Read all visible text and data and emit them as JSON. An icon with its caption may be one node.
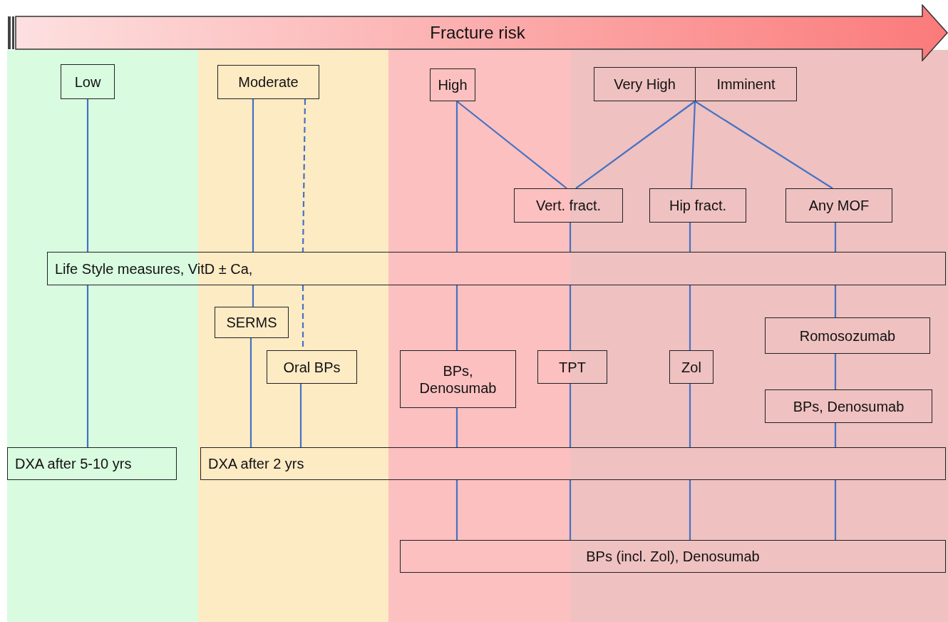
{
  "diagram": {
    "nodes": [
      {
        "text": [
          "Fracture risk"
        ]
      },
      {
        "text": [
          "Low"
        ]
      },
      {
        "text": [
          "Moderate"
        ]
      },
      {
        "text": [
          "High"
        ]
      },
      {
        "text": [
          "Very High",
          "Imminent"
        ]
      },
      {
        "text": [
          "Vert. fract."
        ]
      },
      {
        "text": [
          "Hip fract."
        ]
      },
      {
        "text": [
          "Any MOF"
        ]
      },
      {
        "text": [
          "Life Style measures, VitD ± Ca,"
        ]
      },
      {
        "text": [
          "SERMS"
        ]
      },
      {
        "text": [
          "Oral BPs"
        ]
      },
      {
        "text": [
          "BPs, Denosumab"
        ]
      },
      {
        "text": [
          "TPT"
        ]
      },
      {
        "text": [
          "Zol"
        ]
      },
      {
        "text": [
          "Romosozumab"
        ]
      },
      {
        "text": [
          "BPs, Denosumab"
        ]
      },
      {
        "text": [
          "DXA after 5-10 yrs"
        ]
      },
      {
        "text": [
          "DXA after 2 yrs"
        ]
      },
      {
        "text": [
          "BPs (incl. Zol), Denosumab"
        ]
      }
    ],
    "edges": [
      {
        "from": 1,
        "to": 8,
        "arrow": "none"
      },
      {
        "from": 8,
        "to": 16,
        "arrow": "none"
      },
      {
        "from": 2,
        "to": 8,
        "arrow": "none"
      },
      {
        "from": 2,
        "to": 8,
        "arrow": "none",
        "style": "dashed"
      },
      {
        "from": 8,
        "to": 9,
        "arrow": "none"
      },
      {
        "from": 8,
        "to": 10,
        "arrow": "none",
        "style": "dashed"
      },
      {
        "from": 9,
        "to": 17,
        "arrow": "none"
      },
      {
        "from": 10,
        "to": 17,
        "arrow": "none"
      },
      {
        "from": 3,
        "to": 8,
        "arrow": "none"
      },
      {
        "from": 3,
        "to": 5,
        "arrow": "none"
      },
      {
        "from": 4,
        "to": 5,
        "arrow": "none"
      },
      {
        "from": 4,
        "to": 6,
        "arrow": "none"
      },
      {
        "from": 4,
        "to": 7,
        "arrow": "none"
      },
      {
        "from": 5,
        "to": 8,
        "arrow": "none"
      },
      {
        "from": 6,
        "to": 8,
        "arrow": "none"
      },
      {
        "from": 7,
        "to": 8,
        "arrow": "none"
      },
      {
        "from": 8,
        "to": 11,
        "arrow": "none"
      },
      {
        "from": 8,
        "to": 12,
        "arrow": "none"
      },
      {
        "from": 8,
        "to": 13,
        "arrow": "none"
      },
      {
        "from": 8,
        "to": 14,
        "arrow": "none"
      },
      {
        "from": 14,
        "to": 15,
        "arrow": "none"
      },
      {
        "from": 11,
        "to": 17,
        "arrow": "none"
      },
      {
        "from": 12,
        "to": 17,
        "arrow": "none"
      },
      {
        "from": 13,
        "to": 17,
        "arrow": "none"
      },
      {
        "from": 15,
        "to": 17,
        "arrow": "none"
      },
      {
        "from": 17,
        "to": 18,
        "arrow": "none"
      },
      {
        "from": 17,
        "to": 18,
        "arrow": "none"
      },
      {
        "from": 17,
        "to": 18,
        "arrow": "none"
      },
      {
        "from": 17,
        "to": 18,
        "arrow": "none"
      }
    ]
  }
}
